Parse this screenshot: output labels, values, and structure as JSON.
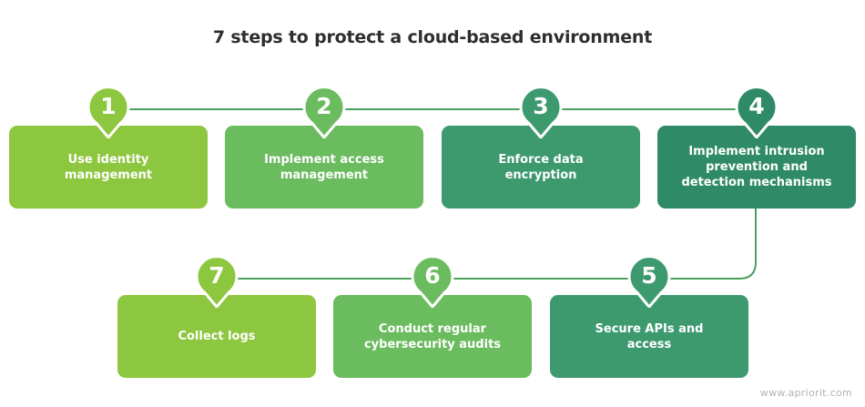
{
  "title": "7 steps to protect a cloud-based environment",
  "colors": {
    "lime": "#8dc63f",
    "green": "#6bbb5f",
    "teal": "#3d9a6f",
    "dark_teal": "#2f8a67",
    "line": "#49a05c"
  },
  "steps": [
    {
      "number": "1",
      "label": "Use identity\nmanagement",
      "color": "#8dc63f"
    },
    {
      "number": "2",
      "label": "Implement access\nmanagement",
      "color": "#6bbb5f"
    },
    {
      "number": "3",
      "label": "Enforce data\nencryption",
      "color": "#3d9a6f"
    },
    {
      "number": "4",
      "label": "Implement intrusion\nprevention and\ndetection mechanisms",
      "color": "#2f8a67"
    },
    {
      "number": "5",
      "label": "Secure APIs and\naccess",
      "color": "#3d9a6f"
    },
    {
      "number": "6",
      "label": "Conduct regular\ncybersecurity audits",
      "color": "#6bbb5f"
    },
    {
      "number": "7",
      "label": "Collect logs",
      "color": "#8dc63f"
    }
  ],
  "footer": "www.apriorit.com"
}
